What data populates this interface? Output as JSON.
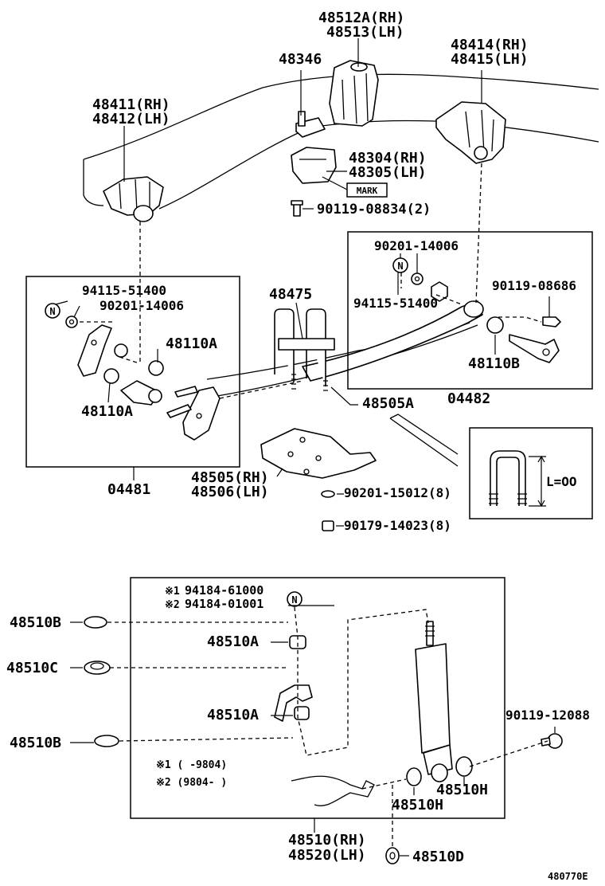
{
  "labels": {
    "hanger_rh": "48512A(RH)",
    "hanger_lh": "48513(LH)",
    "bracket": "48346",
    "shackle_bracket_rh": "48414(RH)",
    "shackle_bracket_lh": "48415(LH)",
    "front_hanger_rh": "48411(RH)",
    "front_hanger_lh": "48412(LH)",
    "bumper_rh": "48304(RH)",
    "bumper_lh": "48305(LH)",
    "mark": "MARK",
    "bolt_bumper": "90119-08834(2)",
    "nut_left_1": "94115-51400",
    "washer_left": "90201-14006",
    "bushing_left_top": "48110A",
    "bushing_left_bottom": "48110A",
    "kit_left": "04481",
    "ubolt_clamp": "48475",
    "ubolt": "48505A",
    "washer_right": "90201-14006",
    "bolt_right": "90119-08686",
    "nut_right": "94115-51400",
    "bushing_right": "48110B",
    "kit_right": "04482",
    "seat_rh": "48505(RH)",
    "seat_lh": "48506(LH)",
    "washer_seat": "90201-15012(8)",
    "nut_seat": "90179-14023(8)",
    "ubolt_length": "L=OO",
    "nut_shock_1": "94184-61000",
    "nut_shock_2": "94184-01001",
    "mark1": "※1",
    "mark2": "※2",
    "cushion_b_top": "48510B",
    "cushion_a_top": "48510A",
    "cushion_c": "48510C",
    "cushion_a_bottom": "48510A",
    "cushion_b_bottom": "48510B",
    "bolt_shock": "90119-12088",
    "bushing_h_right": "48510H",
    "bushing_h_left": "48510H",
    "note1": "※1 (      -9804)",
    "note2": "※2 (9804-      )",
    "absorber_rh": "48510(RH)",
    "absorber_lh": "48520(LH)",
    "cushion_d": "48510D",
    "figure_id": "480770E",
    "n_symbol": "N"
  }
}
